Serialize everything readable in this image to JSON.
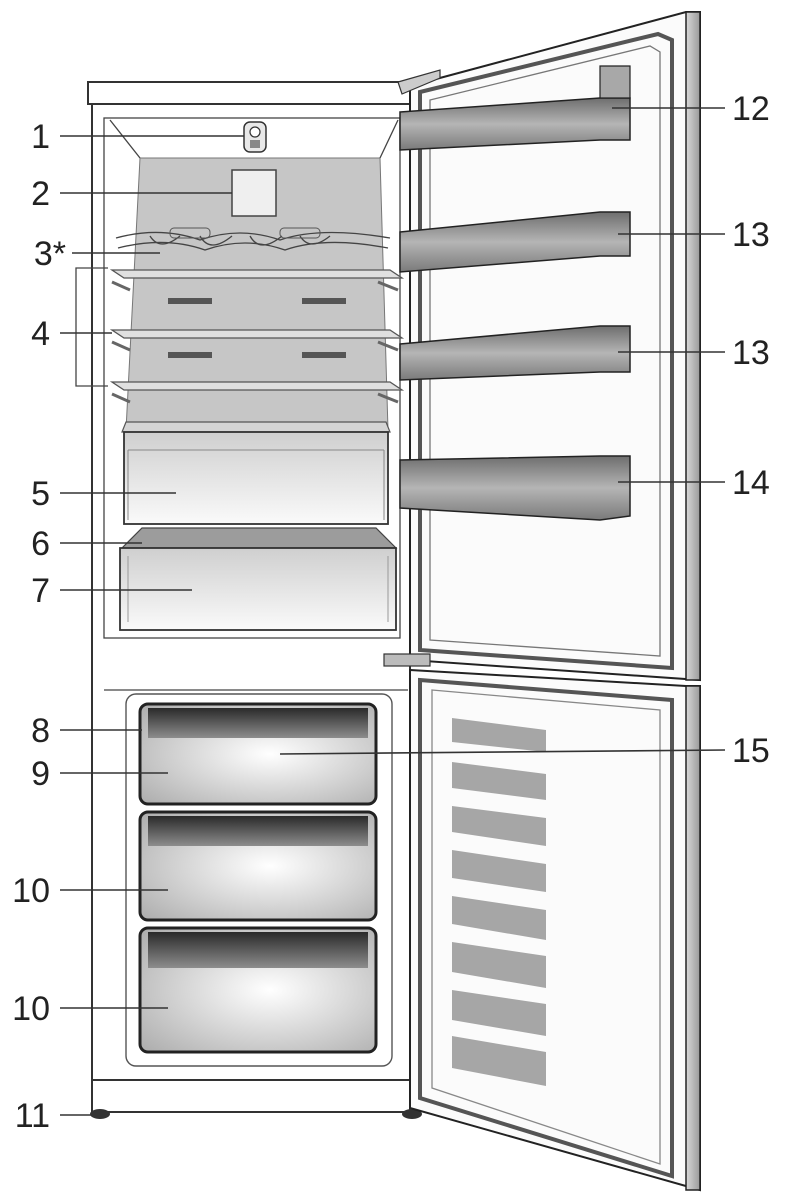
{
  "callouts": {
    "c1": "1",
    "c2": "2",
    "c3": "3*",
    "c4": "4",
    "c5": "5",
    "c6": "6",
    "c7": "7",
    "c8": "8",
    "c9": "9",
    "c10a": "10",
    "c10b": "10",
    "c11": "11",
    "c12": "12",
    "c13a": "13",
    "c13b": "13",
    "c14": "14",
    "c15": "15"
  }
}
